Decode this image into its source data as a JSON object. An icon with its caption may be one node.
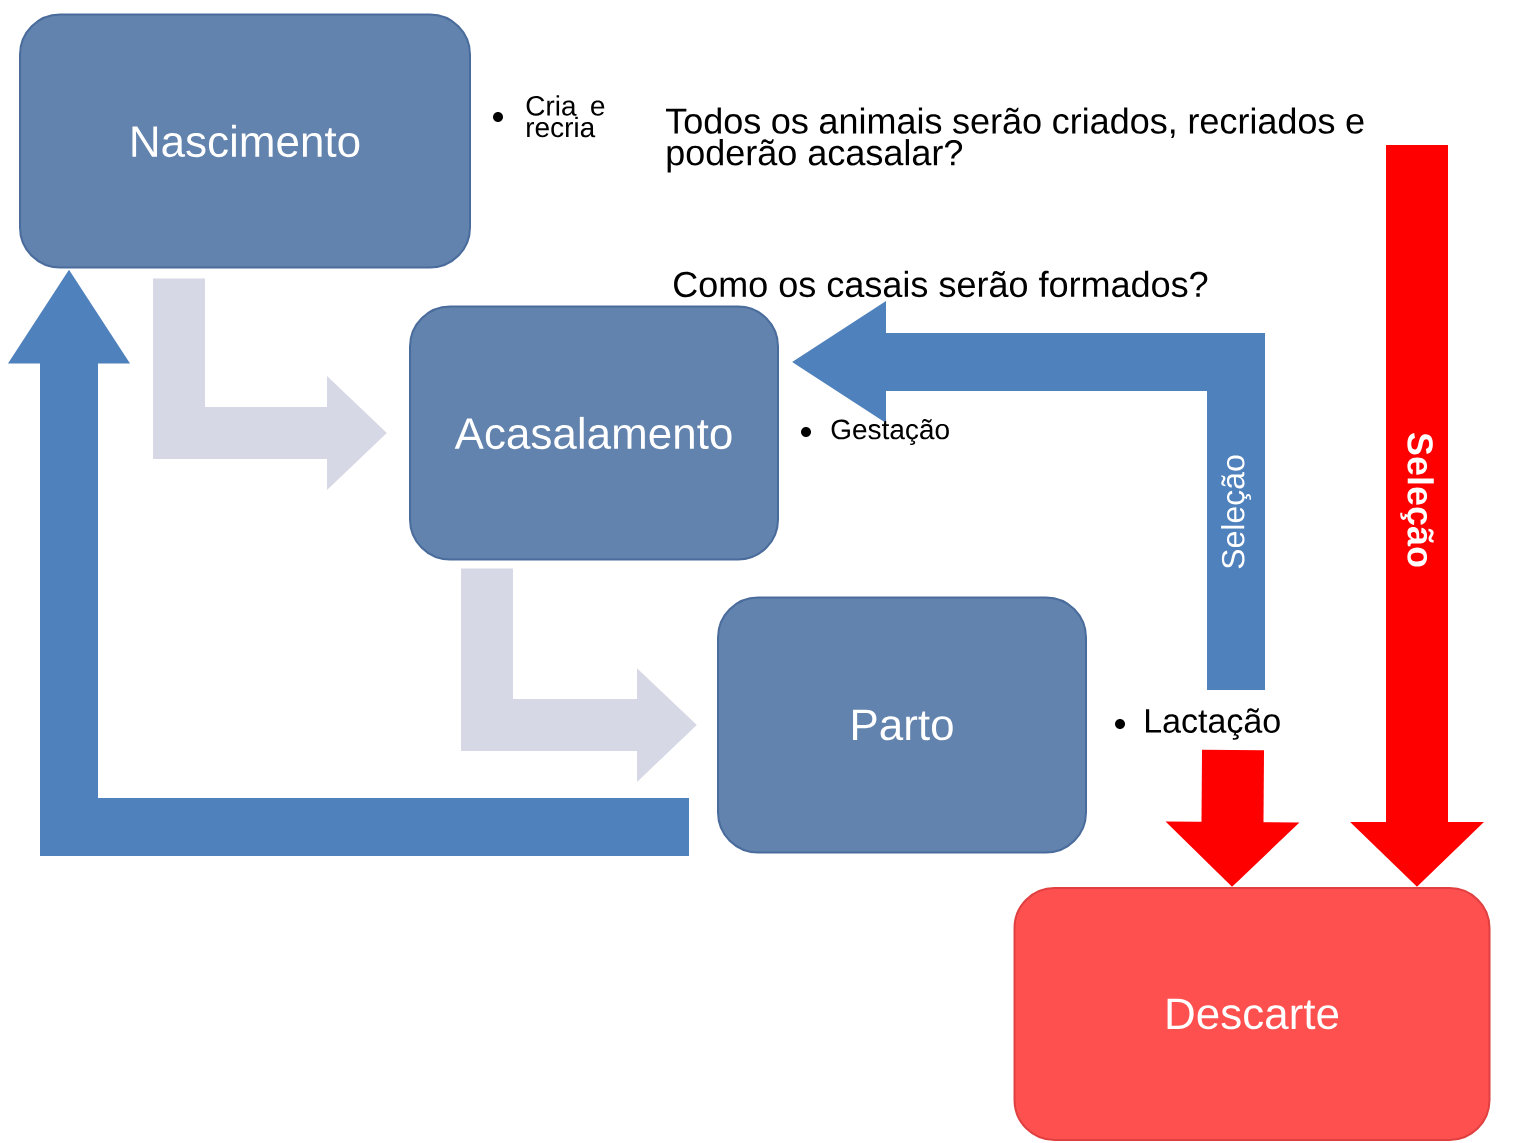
{
  "diagram": {
    "nodes": [
      {
        "text": [
          "Nascimento"
        ],
        "beside": [
          "Cria e recria"
        ]
      },
      {
        "text": [
          "Acasalamento"
        ],
        "beside": [
          "Gestação"
        ]
      },
      {
        "text": [
          "Parto"
        ],
        "beside": [
          "Lactação"
        ]
      },
      {
        "text": [
          "Descarte"
        ]
      }
    ],
    "edges": [
      {
        "from": 0,
        "to": 1,
        "arrow": "to",
        "color": "#d6d8e6"
      },
      {
        "from": 1,
        "to": 2,
        "arrow": "to",
        "color": "#d6d8e6"
      },
      {
        "from": 2,
        "to": 0,
        "arrow": "to",
        "color": "#4f81bd"
      },
      {
        "from": 2,
        "to": 1,
        "arrow": "to",
        "color": "#4f81bd",
        "label": "Seleção"
      },
      {
        "from": 2,
        "to": 3,
        "arrow": "to",
        "color": "#ff0000"
      },
      {
        "from": null,
        "to": 3,
        "arrow": "to",
        "color": "#ff0000",
        "label": "Seleção"
      }
    ],
    "labels": [
      "Todos os animais serão criados, recriados e poderão acasalar?",
      "Como os casais serão formados?"
    ]
  }
}
